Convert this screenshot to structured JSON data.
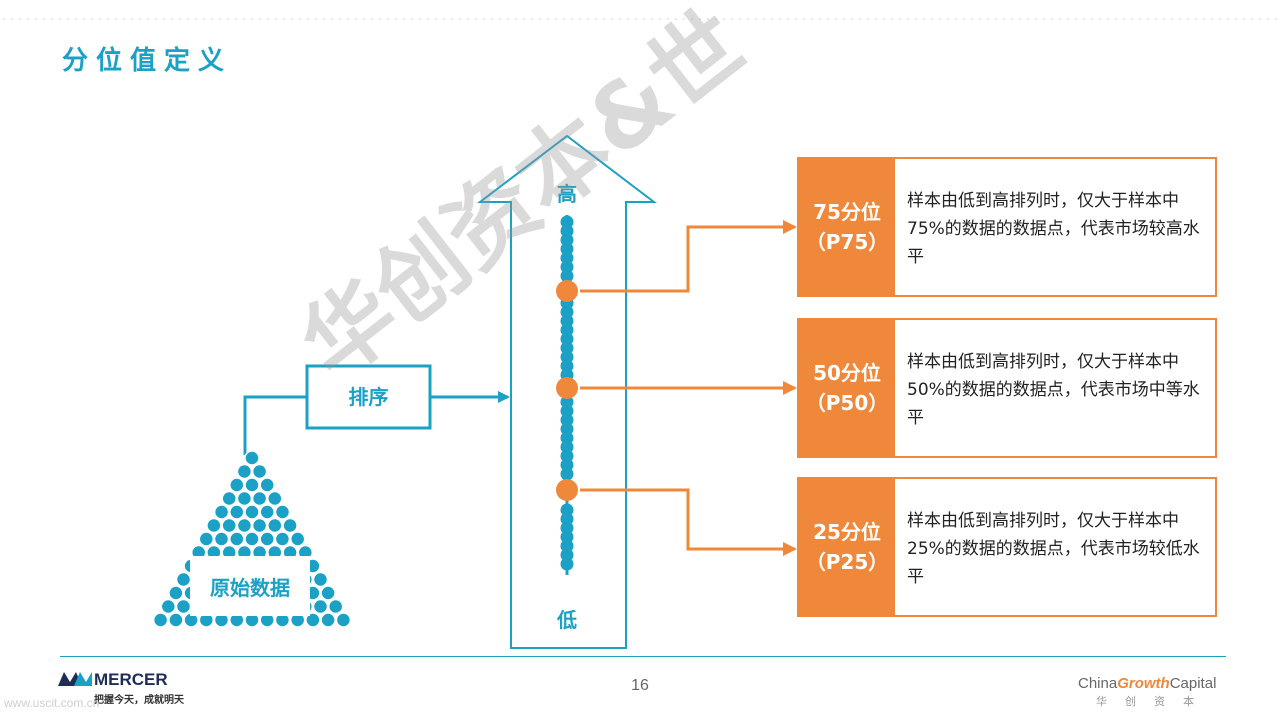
{
  "slide": {
    "title": "分位值定义",
    "page_number": "16"
  },
  "diagram": {
    "raw_data_label": "原始数据",
    "sort_label": "排序",
    "high_label": "高",
    "low_label": "低",
    "colors": {
      "teal": "#1ba1c5",
      "orange": "#f0883c"
    }
  },
  "percentiles": [
    {
      "tag_line1": "75分位",
      "tag_line2": "（P75）",
      "desc": "样本由低到高排列时，仅大于样本中75%的数据的数据点，代表市场较高水平"
    },
    {
      "tag_line1": "50分位",
      "tag_line2": "（P50）",
      "desc": "样本由低到高排列时，仅大于样本中50%的数据的数据点，代表市场中等水平"
    },
    {
      "tag_line1": "25分位",
      "tag_line2": "（P25）",
      "desc": "样本由低到高排列时，仅大于样本中25%的数据的数据点，代表市场较低水平"
    }
  ],
  "footer": {
    "mercer_name": "MERCER",
    "mercer_slogan": "把握今天，成就明天",
    "cgc_prefix": "China",
    "cgc_mid": "Growth",
    "cgc_suffix": "Capital",
    "cgc_cn": "华创资本",
    "url_watermark": "www.uscit.com.cn"
  },
  "watermark_text": "华创资本&世"
}
